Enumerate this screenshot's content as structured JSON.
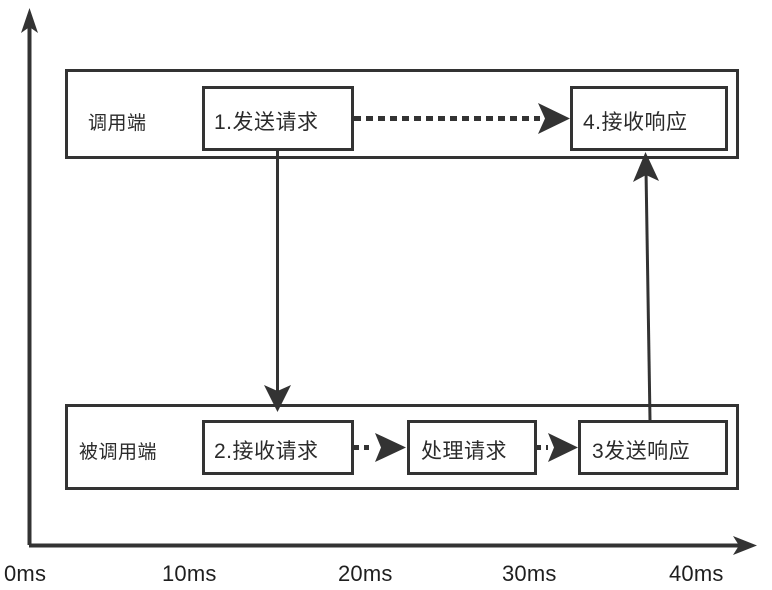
{
  "diagram": {
    "title_visible": false,
    "colors": {
      "stroke": "#333333",
      "axis": "#333333",
      "text": "#2b2b2b",
      "background": "#ffffff"
    },
    "axes": {
      "y_axis": {
        "name": "vertical-axis",
        "label": "",
        "arrow": "up"
      },
      "x_axis": {
        "name": "time-axis",
        "label": "",
        "arrow": "right",
        "unit": "ms",
        "ticks": [
          "0ms",
          "10ms",
          "20ms",
          "30ms",
          "40ms"
        ],
        "tick_values": [
          0,
          10,
          20,
          30,
          40
        ]
      }
    },
    "lanes": [
      {
        "id": "caller",
        "label": "调用端",
        "nodes": [
          {
            "id": "n1",
            "label": "1.发送请求"
          },
          {
            "id": "n4",
            "label": "4.接收响应"
          }
        ]
      },
      {
        "id": "callee",
        "label": "被调用端",
        "nodes": [
          {
            "id": "n2",
            "label": "2.接收请求"
          },
          {
            "id": "n3",
            "label": "处理请求"
          },
          {
            "id": "n5",
            "label": "3发送响应"
          }
        ]
      }
    ],
    "connections": [
      {
        "id": "c1",
        "from": "n1",
        "to": "n4",
        "style": "dashed",
        "direction": "right",
        "label": ""
      },
      {
        "id": "c2",
        "from": "n1",
        "to": "n2",
        "style": "solid",
        "direction": "down",
        "label": ""
      },
      {
        "id": "c3",
        "from": "n2",
        "to": "n3",
        "style": "dashed",
        "direction": "right",
        "label": ""
      },
      {
        "id": "c4",
        "from": "n3",
        "to": "n5",
        "style": "dashed",
        "direction": "right",
        "label": ""
      },
      {
        "id": "c5",
        "from": "n5",
        "to": "n4",
        "style": "solid",
        "direction": "up",
        "label": ""
      }
    ]
  }
}
